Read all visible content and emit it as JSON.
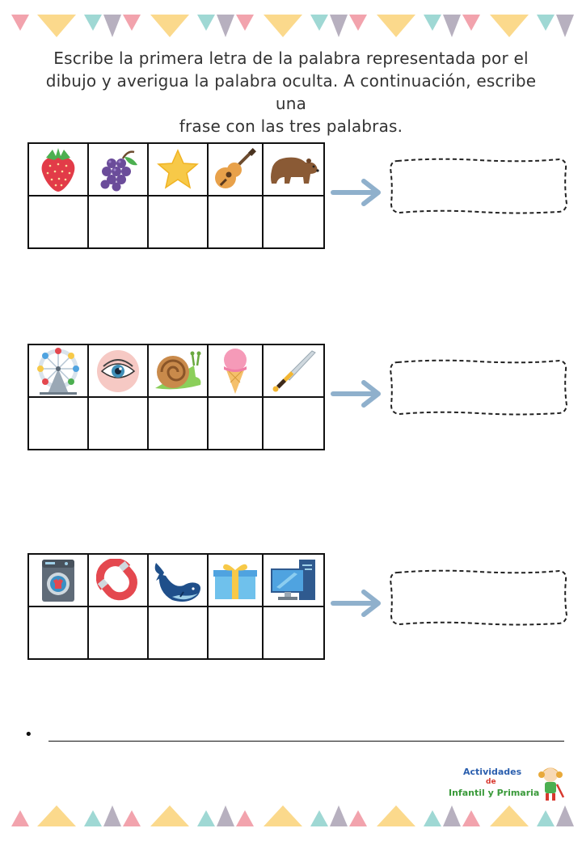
{
  "instructions": {
    "line1": "Escribe la primera letra de la palabra representada por el",
    "line2": "dibujo y averigua la palabra oculta. A continuación, escribe una",
    "line3": "frase con las tres palabras."
  },
  "puzzles": [
    {
      "pictures": [
        "strawberry-icon",
        "grapes-icon",
        "star-icon",
        "guitar-icon",
        "bear-icon"
      ]
    },
    {
      "pictures": [
        "ferris-wheel-icon",
        "eye-icon",
        "snail-icon",
        "ice-cream-icon",
        "sword-icon"
      ]
    },
    {
      "pictures": [
        "washing-machine-icon",
        "magnet-icon",
        "whale-icon",
        "gift-icon",
        "computer-icon"
      ]
    }
  ],
  "sentence": {
    "bullet": "•"
  },
  "logo": {
    "line1": "Actividades",
    "line2": "de",
    "line3": "Infantil y Primaria"
  },
  "colors": {
    "bunting_pink": "#f2a3ad",
    "bunting_yellow": "#fbd98c",
    "bunting_teal": "#9fd8d4",
    "bunting_purple": "#b7b0bf",
    "arrow": "#8fb0cc"
  }
}
